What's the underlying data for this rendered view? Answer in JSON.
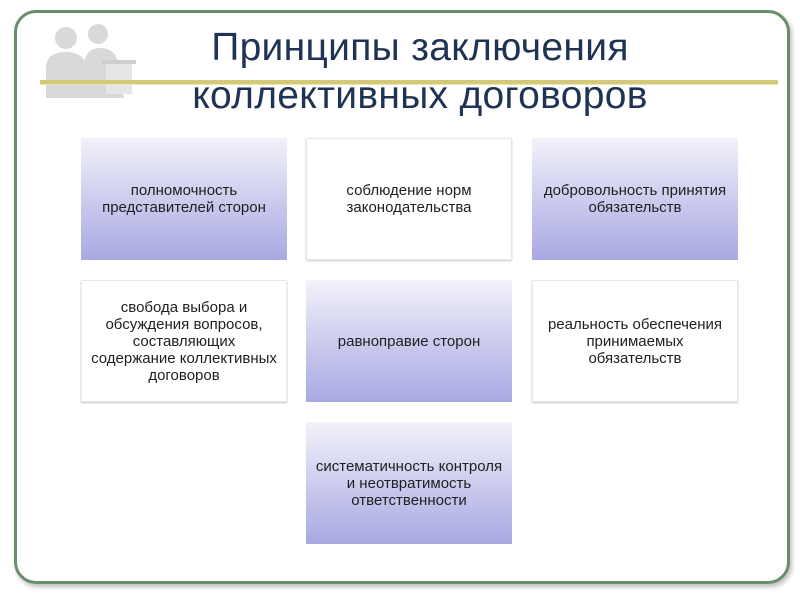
{
  "slide": {
    "title_line1": "Принципы заключения",
    "title_line2": "коллективных договоров",
    "logo_icon": "business-people-silhouette-icon"
  },
  "principles": [
    {
      "text": "полномочность представителей сторон"
    },
    {
      "text": "соблюдение норм законодательства"
    },
    {
      "text": "добровольность принятия обязательств"
    },
    {
      "text": "свобода выбора и обсуждения вопросов, составляющих содержание коллективных договоров"
    },
    {
      "text": "равноправие сторон"
    },
    {
      "text": "реальность обеспечения принимаемых обязательств"
    },
    {
      "text": "систематичность контроля и неотвратимость ответственности"
    }
  ],
  "colors": {
    "frame": "#6a8d6c",
    "title": "#1f3354",
    "rule": "#d4c978",
    "box_gradient_end": "#a9a9e3"
  }
}
